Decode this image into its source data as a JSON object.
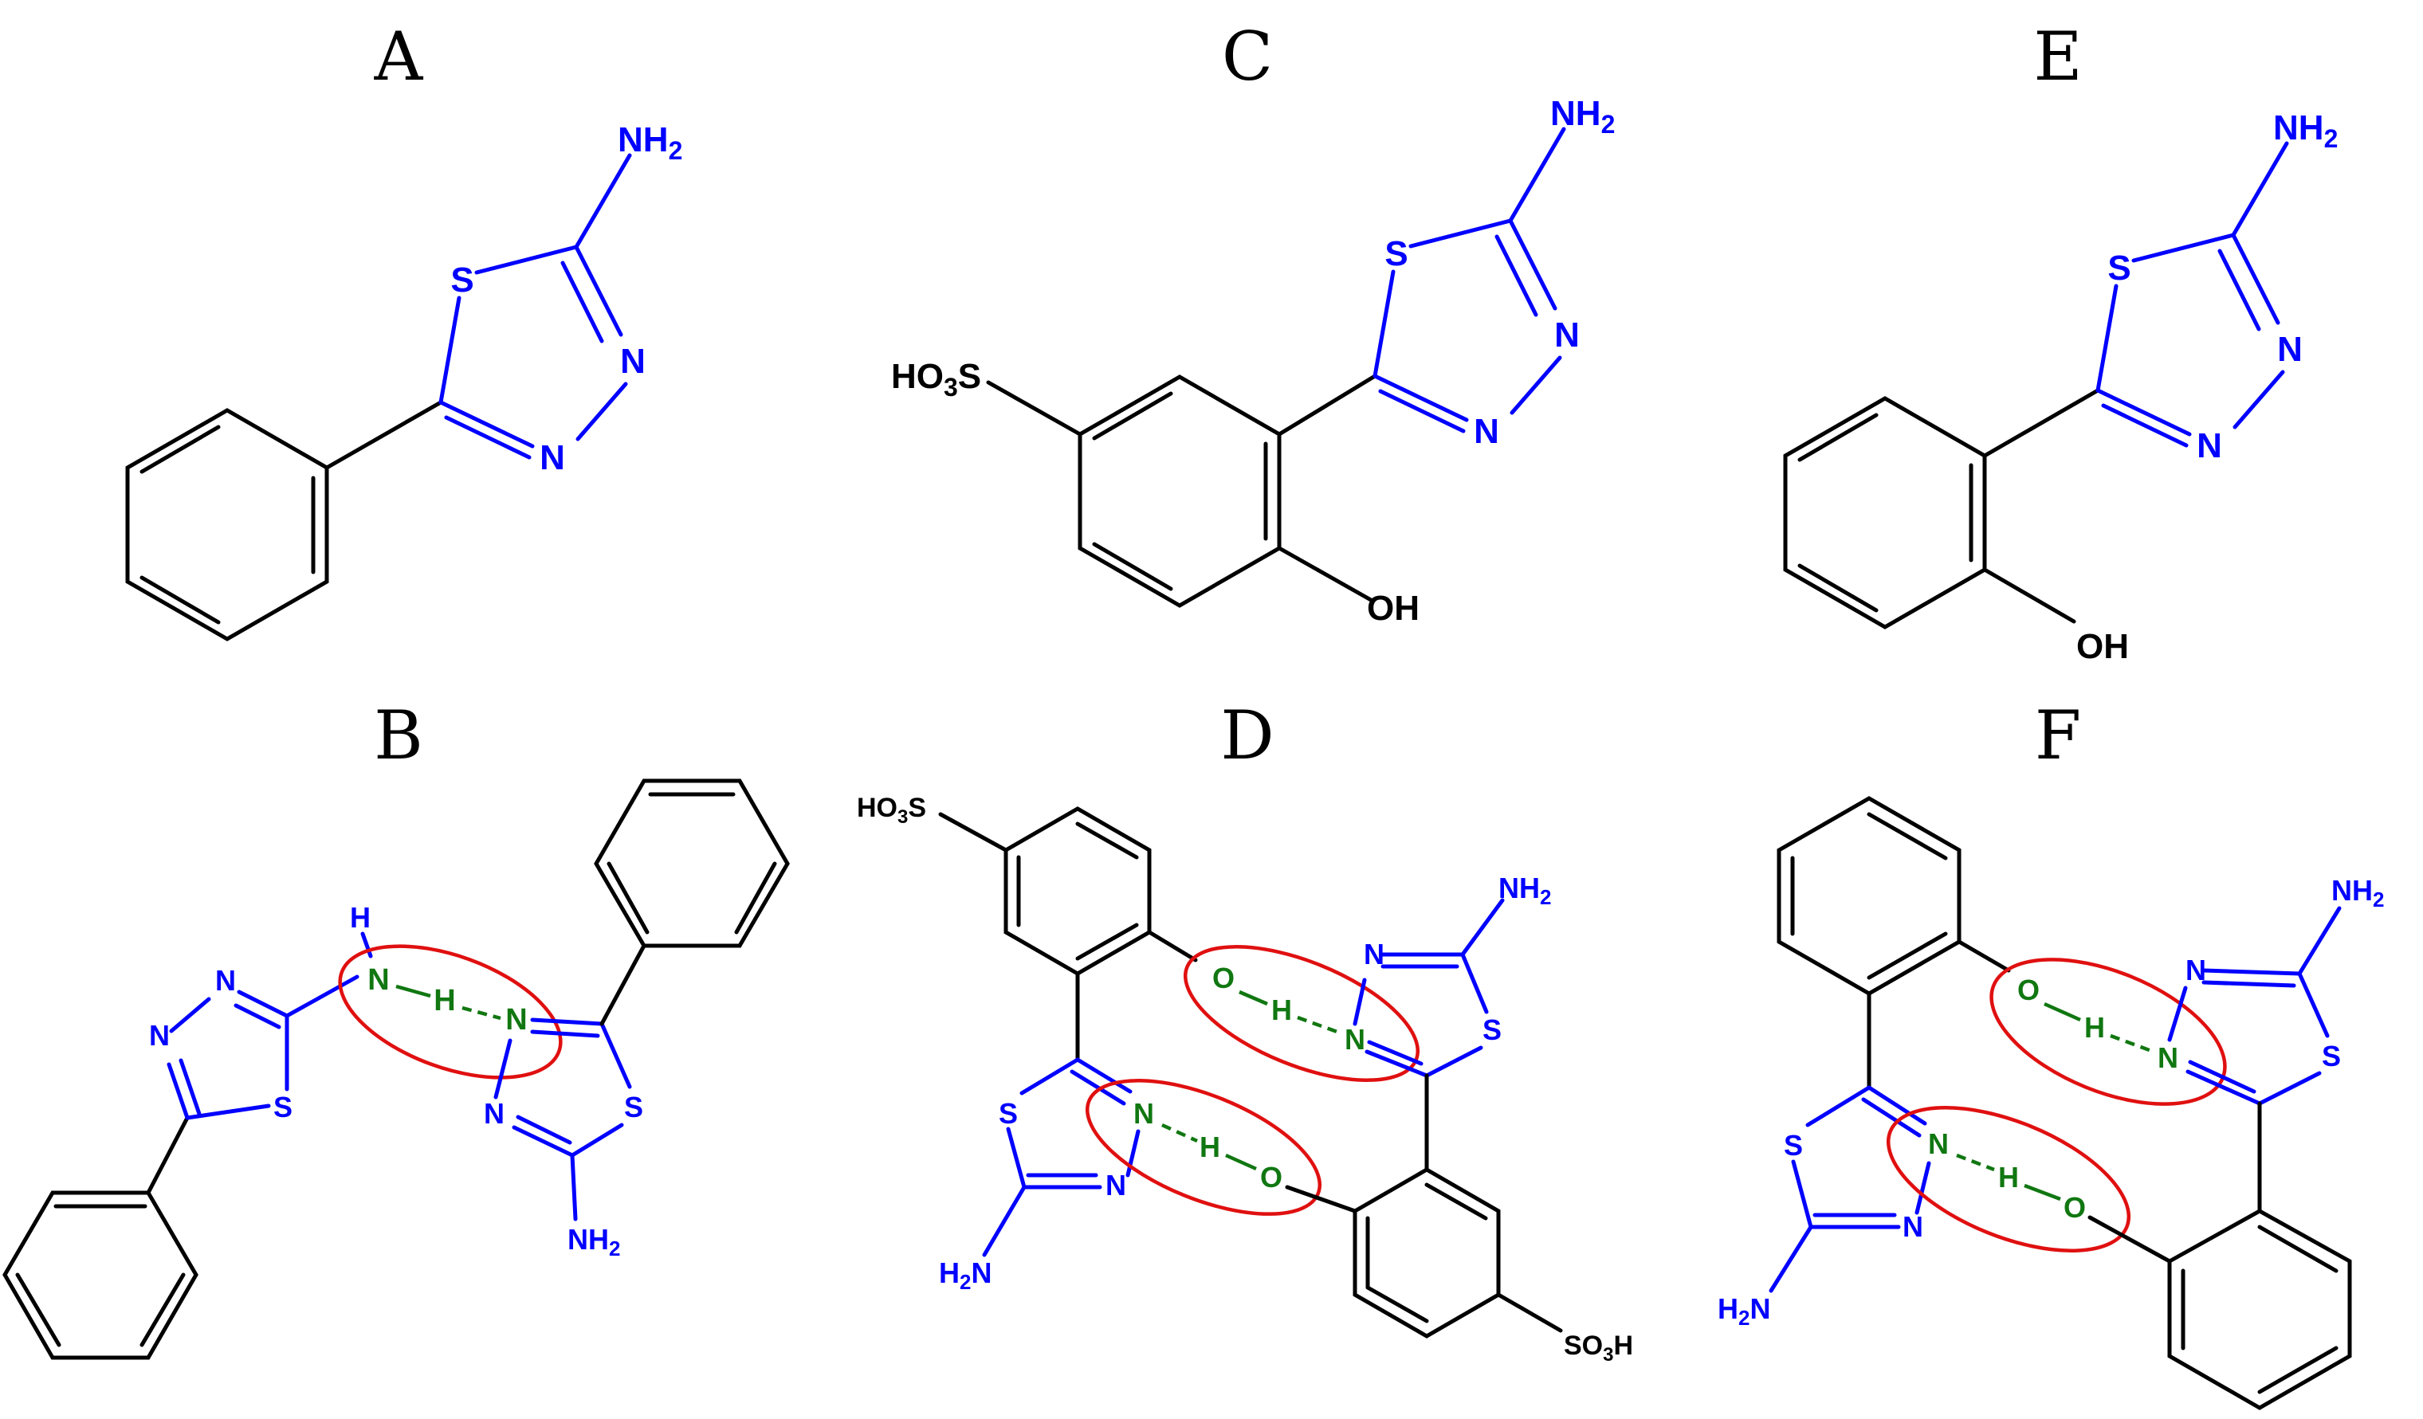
{
  "panels": {
    "A": "A",
    "B": "B",
    "C": "C",
    "D": "D",
    "E": "E",
    "F": "F"
  },
  "atoms": {
    "NH2": "NH",
    "sub2": "2",
    "S": "S",
    "N": "N",
    "H": "H",
    "O": "O",
    "OH": "OH",
    "HO3S_a": "HO",
    "HO3S_b": "3",
    "HO3S_c": "S",
    "SO3H_a": "SO",
    "SO3H_b": "3",
    "SO3H_c": "H",
    "H2N_a": "H",
    "H2N_b": "2",
    "H2N_c": "N"
  },
  "colors": {
    "thiadiazole": "#0000ff",
    "hydrogen_bond": "#117711",
    "highlight_ellipse": "#e01010",
    "benzene": "#000000"
  }
}
